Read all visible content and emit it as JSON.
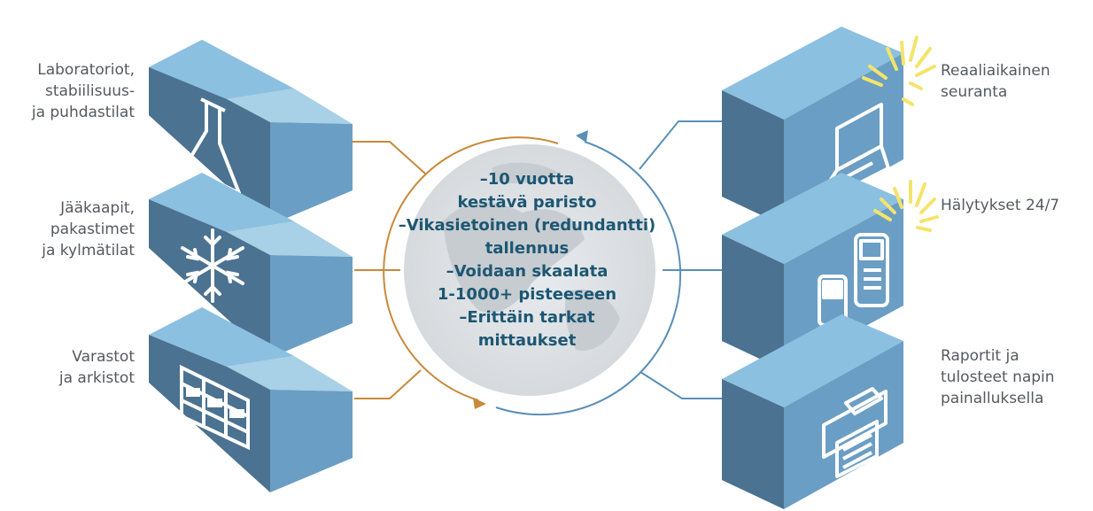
{
  "colors": {
    "front_dark": "#4b7290",
    "side_mid": "#6b9ec4",
    "roof_light": "#8cc0e0",
    "roof_pale": "#a8d0e6",
    "orange": "#c8893a",
    "blue_line": "#5a8fb8",
    "glow_yellow": "#f4e46c",
    "center_text": "#1c5773",
    "label_text": "#555a60"
  },
  "center_text": [
    "–10 vuotta",
    "kestävä paristo",
    "–Vikasietoinen (redundantti)",
    "tallennus",
    "–Voidaan skaalata",
    "1-1000+ pisteeseen",
    "–Erittäin tarkat",
    "mittaukset"
  ],
  "left_labels": {
    "lab": "Laboratoriot,\nstabiilisuus-\nja puhdastilat",
    "cold": "Jääkaapit,\npakastimet\nja kylmätilat",
    "storage": "Varastot\nja arkistot"
  },
  "right_labels": {
    "monitoring": "Reaaliaikainen\nseuranta",
    "alarms": "Hälytykset 24/7",
    "reports": "Raportit ja\ntulosteet napin\npainalluksella"
  },
  "icons": {
    "lab": "flask-icon",
    "cold": "snowflake-icon",
    "storage": "shelves-icon",
    "monitoring": "laptop-icon",
    "alarms": "phones-icon",
    "reports": "printer-icon",
    "center": "globe-icon"
  }
}
